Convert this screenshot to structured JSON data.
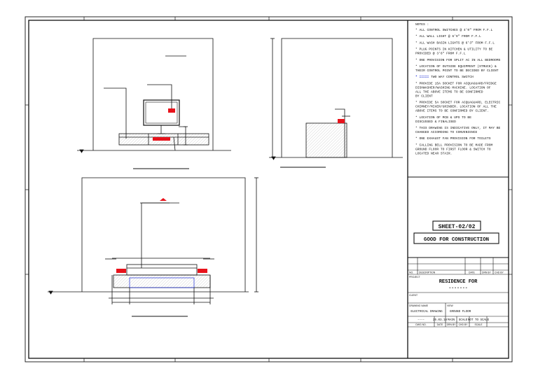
{
  "notes": {
    "heading": "NOTES :",
    "items": [
      {
        "lines": [
          "* ALL CONTROL SWITCHES @ 4'0\" FROM F.F.L"
        ]
      },
      {
        "lines": [
          "* ALL WALL LIGHT @ 6'9\" FROM F.F.L"
        ]
      },
      {
        "lines": [
          "* ALL WASH BASIN LIGHTS @ 6'3\" FROM F.F.L"
        ]
      },
      {
        "lines": [
          "* PLUG POINTS IN KITCHEN & UTILITY TO BE",
          "  PROVIDED @ 3'6\" FROM F.F.L"
        ]
      },
      {
        "lines": [
          "* ONE PROVISION FOR SPLIT AC IN ALL BEDROOMS"
        ]
      },
      {
        "lines": [
          "* LOCATION OF OUTSIDE EQUIPMENT (STRUCK) &",
          "  THEIR CONTROL POINT TO BE DECIDED BY CLIENT"
        ]
      },
      {
        "lines": [
          "* ======  TWO WAY CONTROL SWITCH"
        ],
        "blue_prefix": "* =====",
        "rest": "  TWO WAY CONTROL SWITCH"
      },
      {
        "lines": [
          "* PROVIDE 15A SOCKET FOR ACQUAGUARD/FRIDGE",
          "  DISHWASHER/WASHING MACHINE. LOCATION OF",
          "  ALL THE ABOVE ITEMS TO BE CONFIRMED",
          "  BY CLIENT"
        ]
      },
      {
        "lines": [
          "* PROVIDE 5A SOCKET FOR ACQUAGUARD, ELECTRIC",
          "  CHIMNEY/MIXER/GRINDER. LOCATION OF ALL THE",
          "  ABOVE ITEMS TO BE CONFIRMED BY CLIENT."
        ]
      },
      {
        "lines": [
          "* LOCATION OF MCB & UPS TO BE",
          "  DISCUSSED & FINALISED"
        ]
      },
      {
        "lines": [
          "* THIS DRAWING IS INDICATIVE ONLY, IT MAY BE",
          "  CHANGED ACCORDING TO CONVENIENCE"
        ]
      },
      {
        "lines": [
          "* ONE EXHAUST FAN PROVISION FOR TOILETS"
        ]
      },
      {
        "lines": [
          "* CALLING BELL PROVISION TO BE MADE FROM",
          "  GROUND FLOOR TO FIRST FLOOR & SWITCH TO",
          "  LOCATED NEAR STAIR."
        ]
      }
    ]
  },
  "sheet_label": "SHEET-02/02",
  "status": "GOOD FOR CONSTRUCTION",
  "revision_table": {
    "no": "NO.",
    "description": "DESCRIPTION",
    "date": "DATE",
    "drawn_by": "DRN BY",
    "checked_by": "CHD BY"
  },
  "project": {
    "label": "PROJECT",
    "title": "RESIDENCE FOR",
    "subtitle": "-------"
  },
  "client": {
    "label": "CLIENT"
  },
  "drawing": {
    "name_label": "DRAWING NAME",
    "name_value": "ELECTRICAL DRAWING",
    "view_label": "VIEW",
    "view_value": "GROUND FLOOR",
    "no_value": "----",
    "date_value": "25.03.18",
    "main_value": "MAIN",
    "scale_label": "SCALE",
    "scale_value": "NOT TO SCALE",
    "dwg_no_label": "DWG NO.",
    "date_label": "DATE",
    "drawn_by_label": "DRN BY",
    "checked_by_label": "CHD BY",
    "scale_label2": "SCALE"
  },
  "colors": {
    "outlet_red": "#e8121b",
    "switch_blue": "#1a2bd6",
    "line": "#111111"
  }
}
